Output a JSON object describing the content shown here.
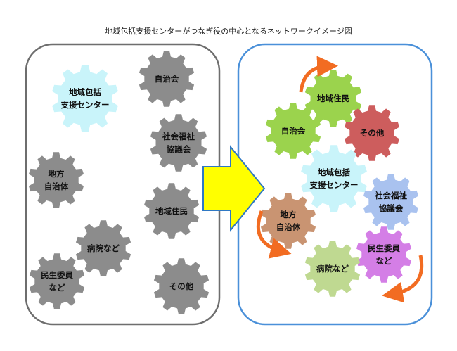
{
  "title": "地域包括支援センターがつなぎ役の中心となるネットワークイメージ図",
  "colors": {
    "left_border": "#6e6e6e",
    "right_border": "#4a90d9",
    "arrow_fill": "#ffff00",
    "arrow_stroke": "#2f78c4",
    "gray_gear": "#8c8c8c",
    "center_gear": "#c9f4fa",
    "green_gear": "#9bd34d",
    "red_gear": "#cd5d5d",
    "blue_gear": "#a9c2ef",
    "brown_gear": "#c99472",
    "purple_gear": "#d47ee6",
    "lightgreen_gear": "#bfd991",
    "orange_arrow": "#f26c22"
  },
  "before": {
    "gears": [
      {
        "id": "center",
        "lines": [
          "地域包括",
          "支援センター"
        ]
      },
      {
        "id": "jichikai",
        "lines": [
          "自治会"
        ]
      },
      {
        "id": "shakyo",
        "lines": [
          "社会福祉",
          "協議会"
        ]
      },
      {
        "id": "chiho",
        "lines": [
          "地方",
          "自治体"
        ]
      },
      {
        "id": "jumin",
        "lines": [
          "地域住民"
        ]
      },
      {
        "id": "byoin",
        "lines": [
          "病院など"
        ]
      },
      {
        "id": "minsei",
        "lines": [
          "民生委員",
          "など"
        ]
      },
      {
        "id": "sonota",
        "lines": [
          "その他"
        ]
      }
    ]
  },
  "after": {
    "gears": [
      {
        "id": "jumin",
        "lines": [
          "地域住民"
        ]
      },
      {
        "id": "jichikai",
        "lines": [
          "自治会"
        ]
      },
      {
        "id": "sonota",
        "lines": [
          "その他"
        ]
      },
      {
        "id": "center",
        "lines": [
          "地域包括",
          "支援センター"
        ]
      },
      {
        "id": "shakyo",
        "lines": [
          "社会福祉",
          "協議会"
        ]
      },
      {
        "id": "chiho",
        "lines": [
          "地方",
          "自治体"
        ]
      },
      {
        "id": "minsei",
        "lines": [
          "民生委員",
          "など"
        ]
      },
      {
        "id": "byoin",
        "lines": [
          "病院など"
        ]
      }
    ]
  }
}
